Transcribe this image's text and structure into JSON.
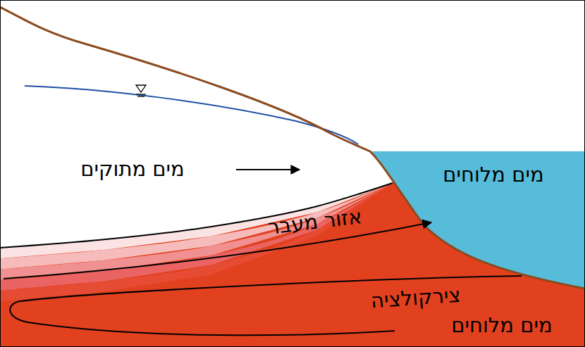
{
  "diagram": {
    "labels": [
      "מים מתוקים",
      "מים מלוחים",
      "אזור מעבר",
      "צירקולציה",
      "מים מלוחים"
    ]
  }
}
